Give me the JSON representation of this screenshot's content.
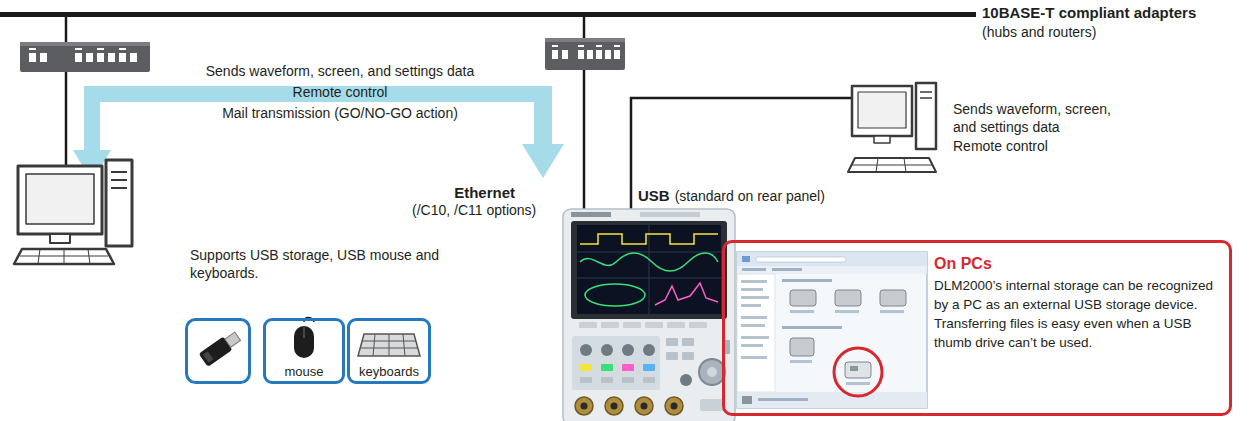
{
  "diagram": {
    "nodes": [
      {
        "text": [
          "mouse"
        ]
      },
      {
        "text": [
          "keyboards"
        ]
      },
      {
        "text": [
          "On PCs",
          "DLM2000’s internal storage can be recognized by a PC as an external USB storage device. Transferring files is easy even when a USB thumb drive can’t be used."
        ]
      }
    ],
    "labels": [
      "10BASE-T compliant adapters",
      "(hubs and routers)",
      "Sends waveform, screen, and settings data",
      "Remote control",
      "Mail transmission (GO/NO-GO action)",
      "Sends waveform, screen, and settings data",
      "Remote control",
      "Ethernet",
      "(/C10, /C11 options)",
      "USB",
      "(standard on rear panel)",
      "Supports USB storage, USB mouse and keyboards."
    ]
  }
}
